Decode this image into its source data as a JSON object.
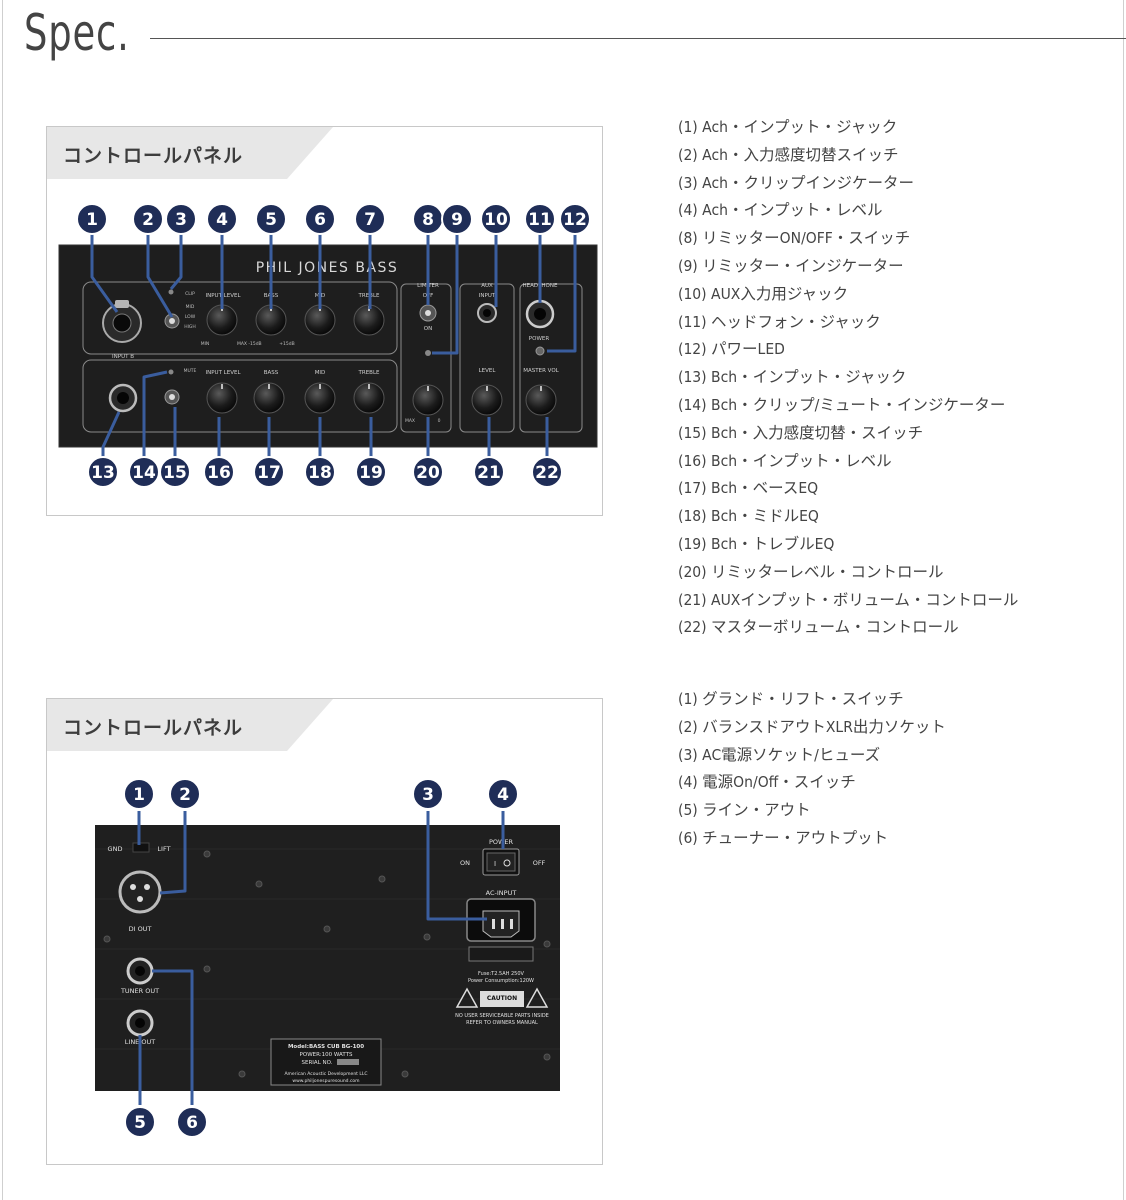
{
  "page": {
    "title": "Spec."
  },
  "brand": "PHIL JONES BASS",
  "panel1": {
    "tab": "コントロールパネル",
    "labels": {
      "limiter": "LIMITER",
      "aux": "AUX",
      "input": "INPUT",
      "headphone": "HEADPHONE",
      "off": "OFF",
      "on": "ON",
      "power": "POWER",
      "input_level": "INPUT LEVEL",
      "bass": "BASS",
      "mid": "MID",
      "treble": "TREBLE",
      "level": "LEVEL",
      "master_vol": "MASTER VOL",
      "input_b": "INPUT B",
      "min": "MIN",
      "max": "MAX",
      "max_short": "MAX",
      "minus15": "-15dB",
      "plus15": "+15dB",
      "clip": "CLIP",
      "mid_sw": "MID",
      "low": "LOW",
      "high": "HIGH",
      "mute": "MUTE",
      "zero": "0"
    },
    "callouts_top": [
      "1",
      "2",
      "3",
      "4",
      "5",
      "6",
      "7",
      "8",
      "9",
      "10",
      "11",
      "12"
    ],
    "callouts_bottom": [
      "13",
      "14",
      "15",
      "16",
      "17",
      "18",
      "19",
      "20",
      "21",
      "22"
    ],
    "items": [
      "(1) Ach・インプット・ジャック",
      "(2) Ach・入力感度切替スイッチ",
      "(3) Ach・クリップインジケーター",
      "(4) Ach・インプット・レベル",
      "(8) リミッターON/OFF・スイッチ",
      "(9) リミッター・インジケーター",
      "(10) AUX入力用ジャック",
      "(11) ヘッドフォン・ジャック",
      "(12) パワーLED",
      "(13) Bch・インプット・ジャック",
      "(14) Bch・クリップ/ミュート・インジケーター",
      "(15) Bch・入力感度切替・スイッチ",
      "(16) Bch・インプット・レベル",
      "(17) Bch・ベースEQ",
      "(18) Bch・ミドルEQ",
      "(19) Bch・トレブルEQ",
      "(20) リミッターレベル・コントロール",
      "(21) AUXインプット・ボリューム・コントロール",
      "(22) マスターボリューム・コントロール"
    ]
  },
  "panel2": {
    "tab": "コントロールパネル",
    "labels": {
      "gnd": "GND",
      "lift": "LIFT",
      "di_out": "DI OUT",
      "power": "POWER",
      "on": "ON",
      "off": "OFF",
      "ac_input": "AC-INPUT",
      "tuner_out": "TUNER OUT",
      "line_out": "LINE OUT",
      "fuse": "Fuse:T2.5AH 250V",
      "consumption": "Power Consumption:120W",
      "caution": "CAUTION",
      "caution_sub": "NO USER SERVICEABLE PARTS INSIDE",
      "refer": "REFER TO OWNERS MANUAL",
      "model": "Model:BASS CUB BG-100",
      "watts": "POWER:100 WATTS",
      "serial": "SERIAL NO.",
      "maker": "American Acoustic Development LLC",
      "web": "www.philjonespuresound.com"
    },
    "callouts": [
      "1",
      "2",
      "3",
      "4",
      "5",
      "6"
    ],
    "items": [
      "(1) グランド・リフト・スイッチ",
      "(2) バランスドアウトXLR出力ソケット",
      "(3) AC電源ソケット/ヒューズ",
      "(4) 電源On/Off・スイッチ",
      "(5) ライン・アウト",
      "(6) チューナー・アウトプット"
    ]
  },
  "colors": {
    "callout": "#1f2d57",
    "panel_bg": "#1e1e1e",
    "tab_bg": "#e7e7e7"
  }
}
